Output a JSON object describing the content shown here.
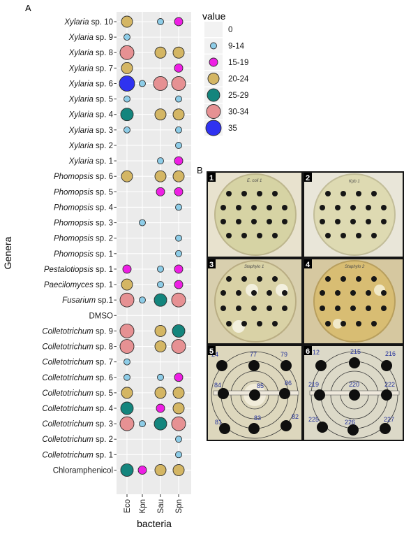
{
  "panel_a_label": "A",
  "panel_b_label": "B",
  "chart_data": {
    "type": "bubble",
    "xlabel": "bacteria",
    "ylabel": "Genera",
    "legend_title": "value",
    "x_categories": [
      "Eco",
      "Kpn",
      "Sau",
      "Spn"
    ],
    "y_categories": [
      "Xylaria sp. 10",
      "Xylaria sp. 9",
      "Xylaria sp. 8",
      "Xylaria sp. 7",
      "Xylaria sp. 6",
      "Xylaria sp. 5",
      "Xylaria sp. 4",
      "Xylaria sp. 3",
      "Xylaria sp. 2",
      "Xylaria sp. 1",
      "Phomopsis sp. 6",
      "Phomopsis sp. 5",
      "Phomopsis sp. 4",
      "Phomopsis sp. 3",
      "Phomopsis sp. 2",
      "Phomopsis sp. 1",
      "Pestalotiopsis sp. 1",
      "Paecilomyces sp. 1",
      "Fusarium sp.1",
      "DMSO",
      "Colletotrichum sp. 9",
      "Colletotrichum sp. 8",
      "Colletotrichum sp. 7",
      "Colletotrichum sp. 6",
      "Colletotrichum sp. 5",
      "Colletotrichum sp. 4",
      "Colletotrichum sp. 3",
      "Colletotrichum sp. 2",
      "Colletotrichum sp. 1",
      "Chloramphenicol"
    ],
    "y_labels": [
      {
        "italic": "Xylaria",
        "rest": " sp. 10"
      },
      {
        "italic": "Xylaria",
        "rest": " sp. 9"
      },
      {
        "italic": "Xylaria",
        "rest": " sp. 8"
      },
      {
        "italic": "Xylaria",
        "rest": " sp. 7"
      },
      {
        "italic": "Xylaria",
        "rest": " sp. 6"
      },
      {
        "italic": "Xylaria",
        "rest": " sp. 5"
      },
      {
        "italic": "Xylaria",
        "rest": " sp. 4"
      },
      {
        "italic": "Xylaria",
        "rest": " sp. 3"
      },
      {
        "italic": "Xylaria",
        "rest": " sp. 2"
      },
      {
        "italic": "Xylaria",
        "rest": " sp. 1"
      },
      {
        "italic": "Phomopsis",
        "rest": " sp. 6"
      },
      {
        "italic": "Phomopsis",
        "rest": " sp. 5"
      },
      {
        "italic": "Phomopsis",
        "rest": " sp. 4"
      },
      {
        "italic": "Phomopsis",
        "rest": " sp. 3"
      },
      {
        "italic": "Phomopsis",
        "rest": " sp. 2"
      },
      {
        "italic": "Phomopsis",
        "rest": " sp. 1"
      },
      {
        "italic": "Pestalotiopsis",
        "rest": " sp. 1"
      },
      {
        "italic": "Paecilomyces",
        "rest": " sp. 1"
      },
      {
        "italic": "Fusarium",
        "rest": " sp.1"
      },
      {
        "italic": "",
        "rest": "DMSO"
      },
      {
        "italic": "Colletotrichum",
        "rest": " sp. 9"
      },
      {
        "italic": "Colletotrichum",
        "rest": " sp. 8"
      },
      {
        "italic": "Colletotrichum",
        "rest": " sp. 7"
      },
      {
        "italic": "Colletotrichum",
        "rest": " sp. 6"
      },
      {
        "italic": "Colletotrichum",
        "rest": " sp. 5"
      },
      {
        "italic": "Colletotrichum",
        "rest": " sp. 4"
      },
      {
        "italic": "Colletotrichum",
        "rest": " sp. 3"
      },
      {
        "italic": "Colletotrichum",
        "rest": " sp. 2"
      },
      {
        "italic": "Colletotrichum",
        "rest": " sp. 1"
      },
      {
        "italic": "",
        "rest": "Chloramphenicol"
      }
    ],
    "values_note": "Each row gives the legend class index (0 = none, 1 = 9-14, 2 = 15-19, 3 = 20-24, 4 = 25-29, 5 = 30-34, 6 = 35) for Eco, Kpn, Sau, Spn.",
    "values": [
      [
        3,
        0,
        1,
        2
      ],
      [
        1,
        0,
        0,
        0
      ],
      [
        5,
        0,
        3,
        3
      ],
      [
        3,
        0,
        0,
        2
      ],
      [
        6,
        1,
        5,
        5
      ],
      [
        1,
        0,
        0,
        1
      ],
      [
        4,
        0,
        3,
        3
      ],
      [
        1,
        0,
        0,
        1
      ],
      [
        0,
        0,
        0,
        1
      ],
      [
        0,
        0,
        1,
        2
      ],
      [
        3,
        0,
        3,
        3
      ],
      [
        0,
        0,
        2,
        2
      ],
      [
        0,
        0,
        0,
        1
      ],
      [
        0,
        1,
        0,
        0
      ],
      [
        0,
        0,
        0,
        1
      ],
      [
        0,
        0,
        0,
        1
      ],
      [
        2,
        0,
        1,
        2
      ],
      [
        3,
        0,
        1,
        2
      ],
      [
        5,
        1,
        4,
        5
      ],
      [
        0,
        0,
        0,
        0
      ],
      [
        5,
        0,
        3,
        4
      ],
      [
        5,
        0,
        3,
        5
      ],
      [
        1,
        0,
        0,
        0
      ],
      [
        1,
        0,
        1,
        2
      ],
      [
        3,
        0,
        3,
        3
      ],
      [
        4,
        0,
        2,
        3
      ],
      [
        5,
        1,
        4,
        5
      ],
      [
        0,
        0,
        0,
        1
      ],
      [
        0,
        0,
        0,
        1
      ],
      [
        4,
        2,
        3,
        3
      ]
    ],
    "legend": [
      {
        "label": "0",
        "color": "#ebebeb"
      },
      {
        "label": "9-14",
        "color": "#8ecde8"
      },
      {
        "label": "15-19",
        "color": "#ee1fe4"
      },
      {
        "label": "20-24",
        "color": "#d4b664"
      },
      {
        "label": "25-29",
        "color": "#14857d"
      },
      {
        "label": "30-34",
        "color": "#e69193"
      },
      {
        "label": "35",
        "color": "#2f32f0"
      }
    ],
    "panel_background": "#ebebeb",
    "grid_color": "#ffffff"
  },
  "photos": [
    {
      "number": "1",
      "plate_text": "E. coli 1"
    },
    {
      "number": "2",
      "plate_text": "Kpb 1"
    },
    {
      "number": "3",
      "plate_text": "Staphylo 1"
    },
    {
      "number": "4",
      "plate_text": "Staphylo 2"
    },
    {
      "number": "5",
      "plate_text": "",
      "well_labels": [
        "24",
        "77",
        "79",
        "84",
        "85",
        "86",
        "81",
        "83",
        "82"
      ]
    },
    {
      "number": "6",
      "plate_text": "",
      "well_labels": [
        "12",
        "215",
        "216",
        "219",
        "220",
        "222",
        "225",
        "226",
        "227"
      ]
    }
  ]
}
